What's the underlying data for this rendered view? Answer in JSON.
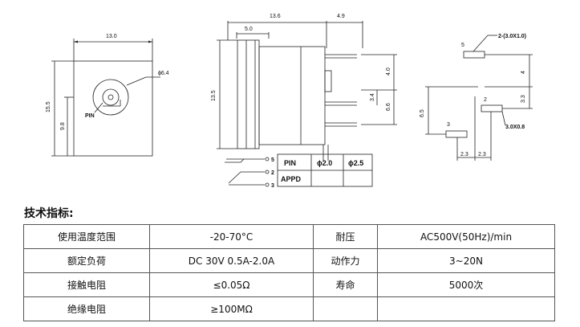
{
  "front_view": {
    "width": "13.0",
    "height": "15.5",
    "inner_height": "9.8",
    "hole_dia": "ɸ6.4",
    "pin_label": "PIN"
  },
  "side_view": {
    "length": "13.6",
    "tail": "4.9",
    "flange": "5.0",
    "height": "13.5",
    "pin_a": "4.0",
    "pin_b": "3.4",
    "pin_c": "6.6"
  },
  "pcb_view": {
    "pin5": "5",
    "pin2": "2",
    "pin3": "3",
    "pad5": "2-(3.0X1.0)",
    "pad2": "3.0X0.8",
    "dim_4": "4",
    "dim_33": "3.3",
    "dim_65": "6.5",
    "dim_23a": "2.3",
    "dim_23b": "2.3"
  },
  "schematic": {
    "pins": [
      "5",
      "2",
      "3"
    ]
  },
  "pin_table": {
    "header": [
      "PIN",
      "ɸ2.0",
      "ɸ2.5"
    ],
    "row": "APPD"
  },
  "specs": {
    "title": "技术指标:",
    "rows": [
      [
        "使用温度范围",
        "-20-70°C",
        "耐压",
        "AC500V(50Hz)/min"
      ],
      [
        "额定负荷",
        "DC 30V 0.5A-2.0A",
        "动作力",
        "3~20N"
      ],
      [
        "接触电阻",
        "≤0.05Ω",
        "寿命",
        "5000次"
      ],
      [
        "绝缘电阻",
        "≥100MΩ",
        "",
        ""
      ]
    ]
  }
}
